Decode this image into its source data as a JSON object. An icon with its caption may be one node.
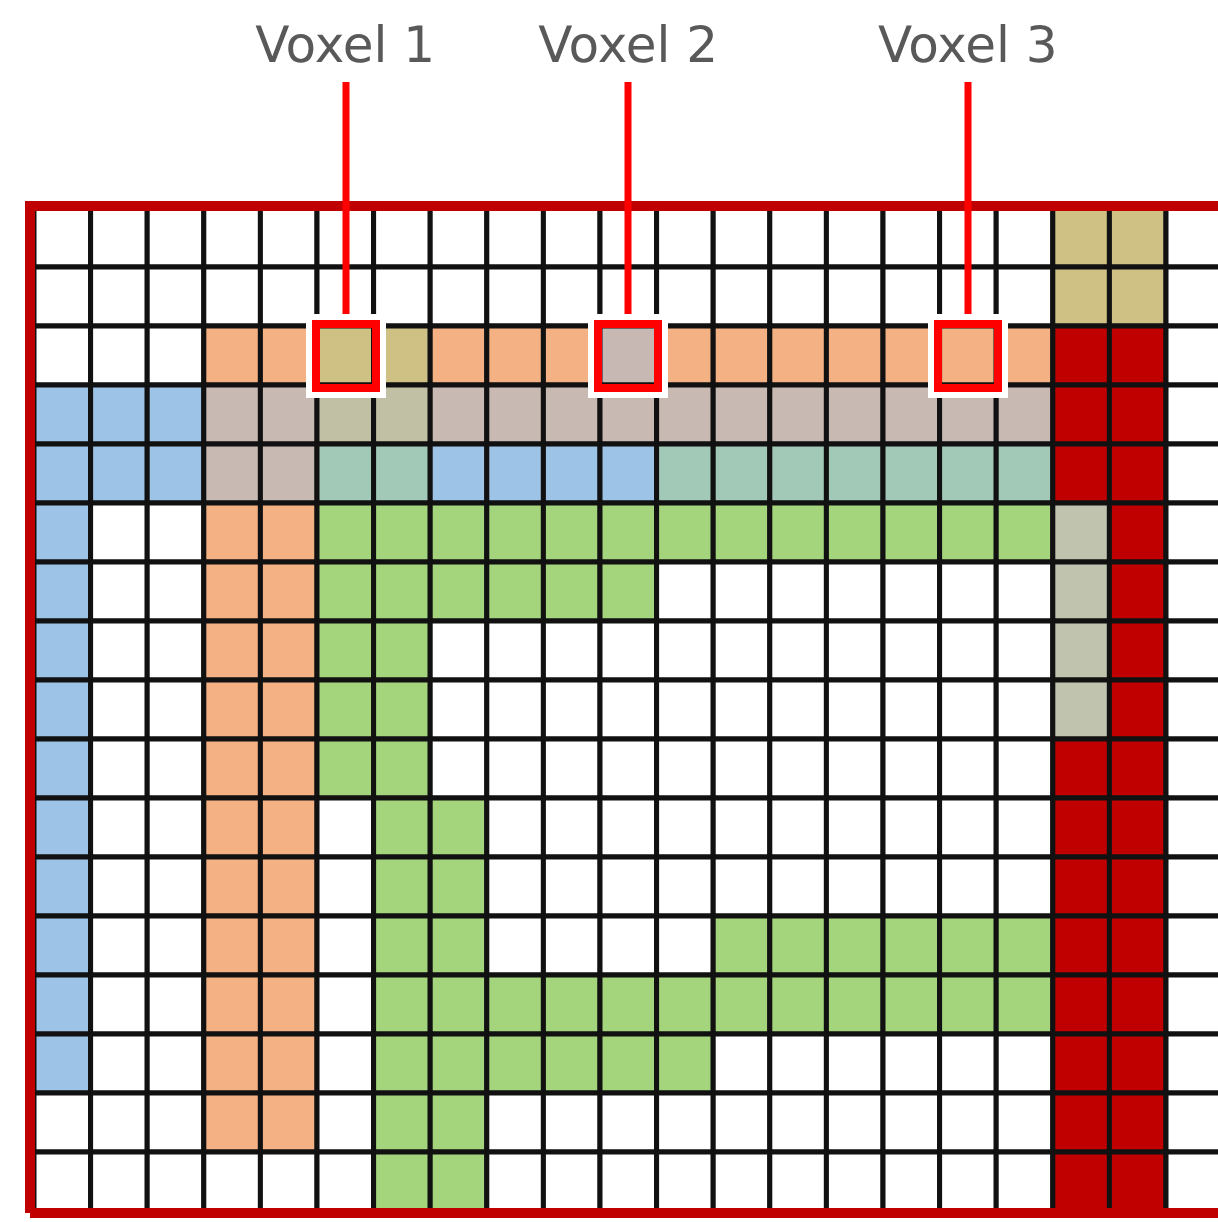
{
  "diagram": {
    "nodes": [
      {
        "text": [
          "Voxel 1"
        ]
      },
      {
        "text": [
          "Voxel 2"
        ]
      },
      {
        "text": [
          "Voxel 3"
        ]
      },
      {
        "text": [],
        "shape": "box"
      },
      {
        "text": [],
        "shape": "box"
      },
      {
        "text": [],
        "shape": "box"
      }
    ],
    "edges": [
      {
        "from": 0,
        "to": 3,
        "arrow": "none"
      },
      {
        "from": 1,
        "to": 4,
        "arrow": "none"
      },
      {
        "from": 2,
        "to": 5,
        "arrow": "none"
      }
    ]
  }
}
